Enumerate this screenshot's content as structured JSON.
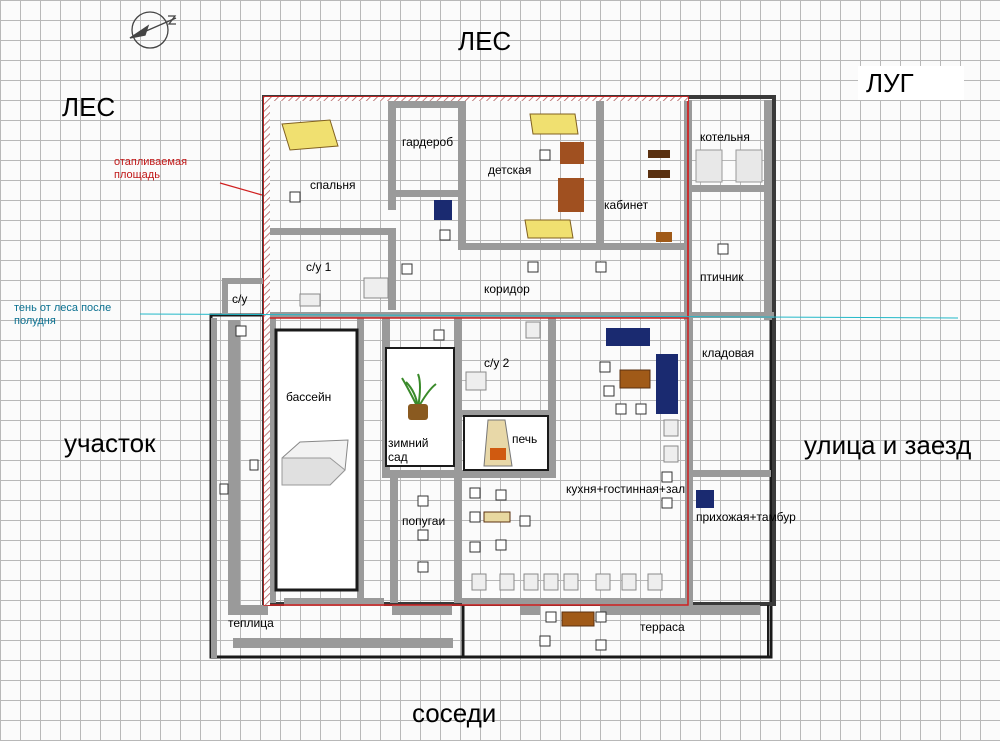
{
  "surroundings": {
    "north": "ЛЕС",
    "northwest": "ЛЕС",
    "northeast": "ЛУГ",
    "west": "участок",
    "east": "улица и заезд",
    "south": "соседи"
  },
  "annotations": {
    "heated_area": "отапливаемая площадь",
    "forest_shadow": "тень от леса после полудня"
  },
  "rooms": {
    "bedroom": "спальня",
    "wardrobe": "гардероб",
    "kids_room": "детская",
    "study": "кабинет",
    "boiler_room": "котельня",
    "bathroom1": "с/у 1",
    "corridor": "коридор",
    "bird_room": "птичник",
    "wc_small": "с/у",
    "pool": "бассейн",
    "winter_garden": "зимний сад",
    "bathroom2": "с/у 2",
    "stove": "печь",
    "pantry": "кладовая",
    "kitchen_living": "кухня+гостинная+зал",
    "hallway": "прихожая+тамбур",
    "parrots": "попугаи",
    "greenhouse": "теплица",
    "terrace": "терраса"
  },
  "colors": {
    "wall": "#909090",
    "heated_outline": "#d02020",
    "shadow_line": "#22b8c8",
    "grid": "#b8b8b8"
  }
}
